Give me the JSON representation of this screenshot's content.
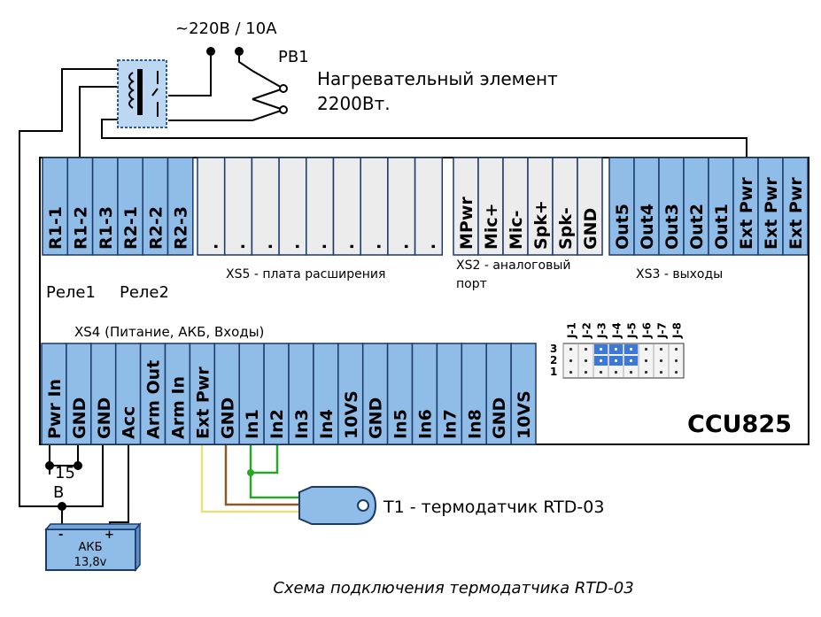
{
  "power": {
    "supply_label": "~220В / 10А",
    "relay_label": "РВ1"
  },
  "heater": {
    "line1": "Нагревательный элемент",
    "line2": "2200Вт."
  },
  "device": {
    "name": "CCU825"
  },
  "relays": {
    "pins": [
      "R1-1",
      "R1-2",
      "R1-3",
      "R2-1",
      "R2-2",
      "R2-3"
    ],
    "label1": "Реле1",
    "label2": "Реле2"
  },
  "xs5": {
    "label": "XS5 - плата расширения",
    "pins": [
      ".",
      ".",
      ".",
      ".",
      ".",
      ".",
      ".",
      ".",
      "."
    ]
  },
  "xs2": {
    "label_line1": "XS2 - аналоговый",
    "label_line2": "порт",
    "pins": [
      "MPwr",
      "Mic+",
      "Mic-",
      "Spk+",
      "Spk-",
      "GND"
    ]
  },
  "xs3": {
    "label": "XS3 - выходы",
    "pins": [
      "Out5",
      "Out4",
      "Out3",
      "Out2",
      "Out1",
      "Ext Pwr",
      "Ext Pwr",
      "Ext Pwr"
    ]
  },
  "xs4": {
    "label": "XS4 (Питание, АКБ, Входы)",
    "pins": [
      "Pwr In",
      "GND",
      "GND",
      "Acc",
      "Arm Out",
      "Arm In",
      "Ext Pwr",
      "GND",
      "In1",
      "In2",
      "In3",
      "In4",
      "10VS",
      "GND",
      "In5",
      "In6",
      "In7",
      "In8",
      "GND",
      "10VS"
    ]
  },
  "jumpers": {
    "labels": [
      "J-1",
      "J-2",
      "J-3",
      "J-4",
      "J-5",
      "J-6",
      "J-7",
      "J-8"
    ],
    "rows": [
      "3",
      "2",
      "1"
    ]
  },
  "fuse": {
    "label_line1": "15",
    "label_line2": "В"
  },
  "battery": {
    "minus": "-",
    "plus": "+",
    "line1": "АКБ",
    "line2": "13,8v"
  },
  "sensor": {
    "label": "Т1 - термодатчик RTD-03"
  },
  "caption": "Схема подключения термодатчика RTD-03",
  "colors": {
    "terminal": "#8fbde8",
    "terminal_stroke": "#1a3a6a",
    "slot": "#ececec",
    "jumper_active": "#3b78d8",
    "wire_green": "#2aa52a",
    "wire_brown": "#8b5a2b",
    "wire_yellow": "#e8e07a"
  }
}
